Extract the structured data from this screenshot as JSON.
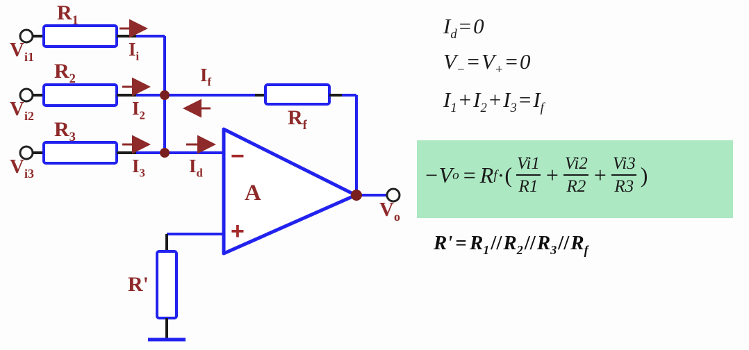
{
  "figure": {
    "title": "Inverting summing amplifier circuit with derivation",
    "colors": {
      "wire_blue": "#2222ee",
      "wire_black": "#1a1a1a",
      "label_red": "#8f2a2a",
      "node_dot": "#7a1f1f",
      "arrow_red": "#8f2a2a",
      "highlight_green": "#ace8c2",
      "background": "#fdfdfd"
    }
  },
  "circuit": {
    "inputs": [
      {
        "terminal_label": "V",
        "terminal_sub": "i1",
        "resistor_label": "R",
        "resistor_sub": "1",
        "current_label": "I",
        "current_sub": "i"
      },
      {
        "terminal_label": "V",
        "terminal_sub": "i2",
        "resistor_label": "R",
        "resistor_sub": "2",
        "current_label": "I",
        "current_sub": "2"
      },
      {
        "terminal_label": "V",
        "terminal_sub": "i3",
        "resistor_label": "R",
        "resistor_sub": "3",
        "current_label": "I",
        "current_sub": "3"
      }
    ],
    "feedback": {
      "resistor_label": "R",
      "resistor_sub": "f",
      "current_label": "I",
      "current_sub": "f"
    },
    "diff_current": {
      "label": "I",
      "sub": "d"
    },
    "opamp": {
      "body_label": "A",
      "inverting_sign": "−",
      "noninverting_sign": "+"
    },
    "output": {
      "label": "V",
      "sub": "o"
    },
    "bias_resistor": {
      "label": "R'"
    }
  },
  "equations": {
    "eq1": {
      "lhs": "I",
      "lhs_sub": "d",
      "rel": "=",
      "rhs": "0"
    },
    "eq2": {
      "v1": "V",
      "v1_sub": "−",
      "rel1": "=",
      "v2": "V",
      "v2_sub": "+",
      "rel2": "=",
      "rhs": "0"
    },
    "eq3": {
      "t1": "I",
      "t1_sub": "1",
      "t2": "I",
      "t2_sub": "2",
      "t3": "I",
      "t3_sub": "3",
      "plus": "+",
      "rel": "=",
      "rhs": "I",
      "rhs_sub": "f"
    },
    "main": {
      "lead_minus": "−",
      "lead_v": "V",
      "lead_sub": "o",
      "rel": "=",
      "rf": "R",
      "rf_sub": "f",
      "dot": "·",
      "open_paren": "(",
      "close_paren": ")",
      "plus": "+",
      "terms": [
        {
          "num": "V",
          "num_sub": "i1",
          "den": "R",
          "den_sub": "1"
        },
        {
          "num": "V",
          "num_sub": "i2",
          "den": "R",
          "den_sub": "2"
        },
        {
          "num": "V",
          "num_sub": "i3",
          "den": "R",
          "den_sub": "3"
        }
      ]
    },
    "last": {
      "lhs": "R'",
      "rel": "=",
      "r1": "R",
      "r1_sub": "1",
      "par1": "//",
      "r2": "R",
      "r2_sub": "2",
      "par2": "//",
      "r3": "R",
      "r3_sub": "3",
      "par3": "//",
      "rf": "R",
      "rf_sub": "f"
    }
  }
}
